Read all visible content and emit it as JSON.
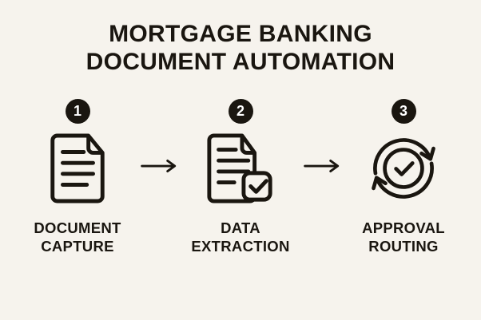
{
  "colors": {
    "background": "#F6F3ED",
    "ink": "#1A1610",
    "badge_text": "#FFFFFF"
  },
  "title": "MORTGAGE BANKING\nDOCUMENT AUTOMATION",
  "steps": [
    {
      "number": "1",
      "label": "DOCUMENT\nCAPTURE",
      "icon": "document-icon"
    },
    {
      "number": "2",
      "label": "DATA\nEXTRACTION",
      "icon": "document-check-icon"
    },
    {
      "number": "3",
      "label": "APPROVAL\nROUTING",
      "icon": "approval-cycle-icon"
    }
  ],
  "connectors": [
    {
      "icon": "right-arrow-icon"
    },
    {
      "icon": "right-arrow-icon"
    }
  ]
}
